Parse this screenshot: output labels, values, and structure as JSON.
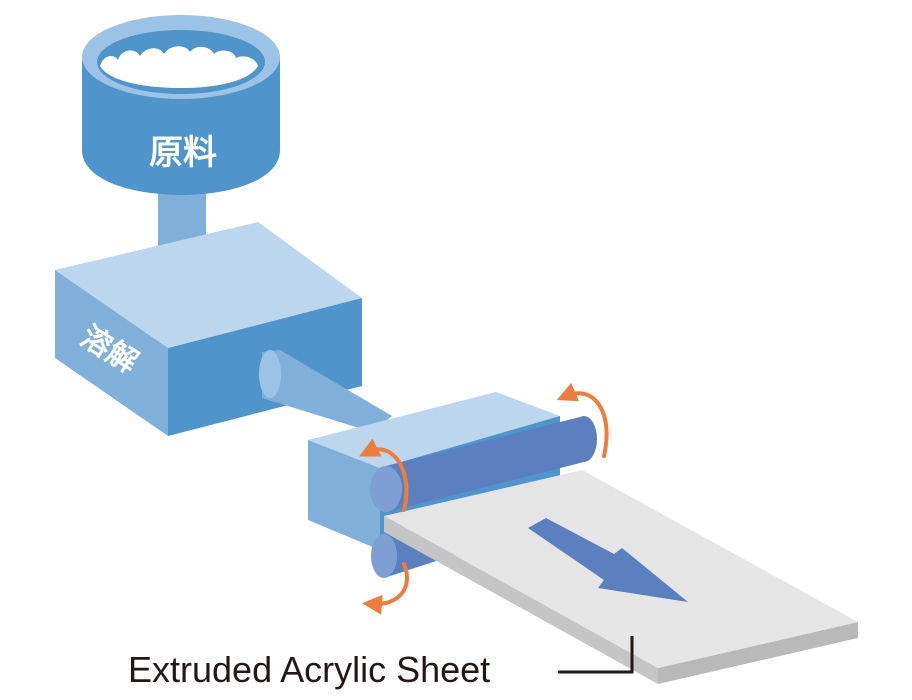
{
  "labels": {
    "hopper": "原料",
    "melting": "溶解",
    "product": "Extruded Acrylic Sheet"
  },
  "colors": {
    "dark_blue": "#4f94ca",
    "mid_blue": "#80b0da",
    "light_blue": "#bcd6ee",
    "roller_blue": "#5b7fbf",
    "roller_end": "#7f9fd4",
    "arrow_orange": "#ee7d3b",
    "sheet_top": "#e5e5e5",
    "sheet_side": "#b9b9b9",
    "text_dark": "#231815"
  },
  "icons": {
    "flow_arrow": "arrow-down-right-icon",
    "rotation_arrows": "rotate-arrow-icon"
  }
}
